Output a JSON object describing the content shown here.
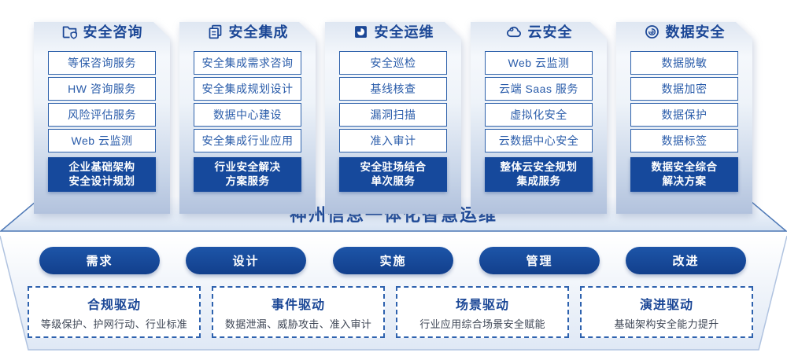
{
  "palette": {
    "navy": "#1b4796",
    "item_text_blue": "#2a5caa",
    "item_border_blue": "#2f62ab",
    "highlight_fill": "#16499c",
    "pill_fill": "#12459a",
    "dash_border": "#2e62ae",
    "banner_edge": "#4d78b6",
    "desc_gray": "#3f4756"
  },
  "columns": [
    {
      "title": "安全咨询",
      "icon": "folder-shield-icon",
      "items": [
        "等保咨询服务",
        "HW 咨询服务",
        "风险评估服务",
        "Web 云监测"
      ],
      "highlight_line1": "企业基础架构",
      "highlight_line2": "安全设计规划"
    },
    {
      "title": "安全集成",
      "icon": "copy-documents-icon",
      "items": [
        "安全集成需求咨询",
        "安全集成规划设计",
        "数据中心建设",
        "安全集成行业应用"
      ],
      "highlight_line1": "行业安全解决",
      "highlight_line2": "方案服务"
    },
    {
      "title": "安全运维",
      "icon": "pie-chart-icon",
      "items": [
        "安全巡检",
        "基线核查",
        "漏洞扫描",
        "准入审计"
      ],
      "highlight_line1": "安全驻场结合",
      "highlight_line2": "单次服务"
    },
    {
      "title": "云安全",
      "icon": "cloud-icon",
      "items": [
        "Web 云监测",
        "云端 Saas 服务",
        "虚拟化安全",
        "云数据中心安全"
      ],
      "highlight_line1": "整体云安全规划",
      "highlight_line2": "集成服务"
    },
    {
      "title": "数据安全",
      "icon": "fingerprint-icon",
      "items": [
        "数据脱敏",
        "数据加密",
        "数据保护",
        "数据标签"
      ],
      "highlight_line1": "数据安全综合",
      "highlight_line2": "解决方案"
    }
  ],
  "banner": {
    "title": "神州信息一体化智慧运维"
  },
  "process_steps": [
    "需求",
    "设计",
    "实施",
    "管理",
    "改进"
  ],
  "drivers": [
    {
      "title": "合规驱动",
      "desc": "等级保护、护网行动、行业标准"
    },
    {
      "title": "事件驱动",
      "desc": "数据泄漏、威胁攻击、准入审计"
    },
    {
      "title": "场景驱动",
      "desc": "行业应用综合场景安全赋能"
    },
    {
      "title": "演进驱动",
      "desc": "基础架构安全能力提升"
    }
  ]
}
